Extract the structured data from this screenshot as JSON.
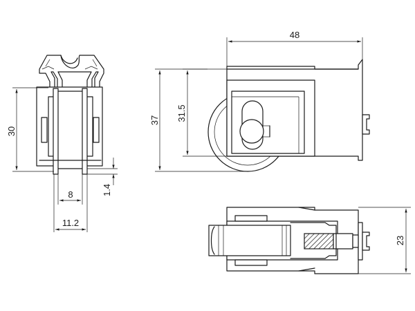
{
  "dimensions": {
    "front_height": "30",
    "inner_width": "8",
    "outer_width": "11.2",
    "flange_thickness": "1.4",
    "side_length": "48",
    "side_height": "37",
    "wheel_height": "31.5",
    "top_width": "23"
  },
  "colors": {
    "line": "#1a1a1a",
    "hatch": "#1a1a1a",
    "background": "#ffffff"
  }
}
